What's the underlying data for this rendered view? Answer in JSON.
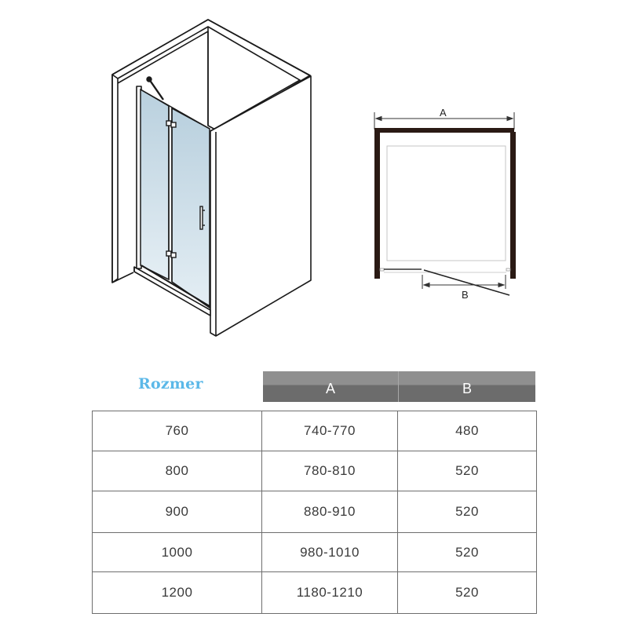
{
  "diagram": {
    "perspective_view": {
      "description": "Isometric shower niche with hinged glass door and fixed panel",
      "glass_color": "#c8dbe6",
      "components": [
        "wall-left",
        "wall-right",
        "stabilizer-bar",
        "fixed-glass-panel",
        "door-glass-panel",
        "hinge-top",
        "hinge-bottom",
        "door-handle",
        "bottom-threshold"
      ]
    },
    "plan_view": {
      "dimension_a_label": "A",
      "dimension_b_label": "B",
      "wall_color": "#2a1a14"
    }
  },
  "table": {
    "title": "Rozmer",
    "title_color": "#5bb8e8",
    "headers": [
      "A",
      "B"
    ],
    "header_color_top": "#8f8f8f",
    "header_color_bottom": "#6c6c6c",
    "rows": [
      {
        "size": "760",
        "a": "740-770",
        "b": "480"
      },
      {
        "size": "800",
        "a": "780-810",
        "b": "520"
      },
      {
        "size": "900",
        "a": "880-910",
        "b": "520"
      },
      {
        "size": "1000",
        "a": "980-1010",
        "b": "520"
      },
      {
        "size": "1200",
        "a": "1180-1210",
        "b": "520"
      }
    ]
  }
}
